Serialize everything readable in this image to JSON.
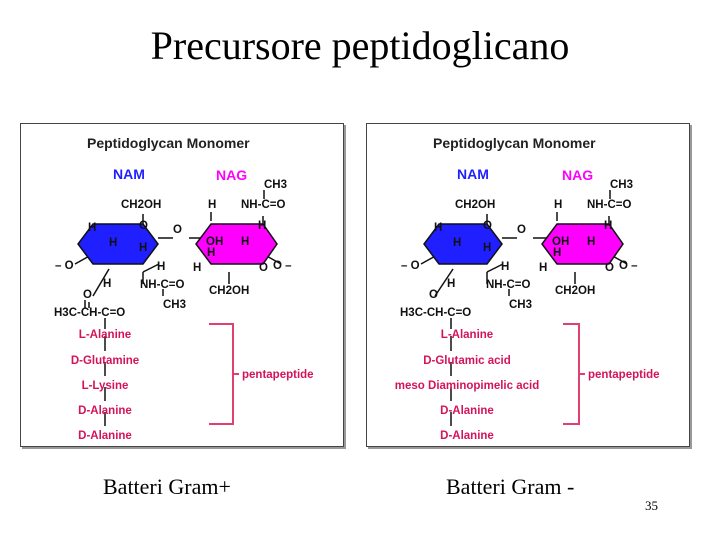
{
  "slide": {
    "title": "Precursore peptidoglicano",
    "page_number": "35",
    "colors": {
      "nam": "#1f1fff",
      "nag": "#ff00ff",
      "amino": "#d4145a",
      "bracket": "#e04070"
    }
  },
  "left_panel": {
    "caption": "Batteri Gram+",
    "heading": "Peptidoglycan Monomer",
    "nam_label": "NAM",
    "nag_label": "NAG",
    "nam_top": "CH2OH",
    "nag_top_substituent": "CH3",
    "nag_amide": "NH-C=O",
    "nam_lactyl": "H3C-CH-C=O",
    "nam_amide": "NH-C=O",
    "nam_amide_ch3": "CH3",
    "nag_bottom": "CH2OH",
    "oh_label": "OH",
    "h_label": "H",
    "o_label": "O",
    "glyco_left": "– O",
    "glyco_right": "O –",
    "amino_acids": [
      "L-Alanine",
      "D-Glutamine",
      "L-Lysine",
      "D-Alanine",
      "D-Alanine"
    ],
    "bracket_label": "pentapeptide"
  },
  "right_panel": {
    "caption": "Batteri Gram -",
    "heading": "Peptidoglycan Monomer",
    "nam_label": "NAM",
    "nag_label": "NAG",
    "nam_top": "CH2OH",
    "nag_top_substituent": "CH3",
    "nag_amide": "NH-C=O",
    "nam_lactyl": "H3C-CH-C=O",
    "nam_amide": "NH-C=O",
    "nam_amide_ch3": "CH3",
    "nag_bottom": "CH2OH",
    "oh_label": "OH",
    "h_label": "H",
    "o_label": "O",
    "glyco_left": "– O",
    "glyco_right": "O –",
    "amino_acids": [
      "L-Alanine",
      "D-Glutamic acid",
      "meso Diaminopimelic acid",
      "D-Alanine",
      "D-Alanine"
    ],
    "bracket_label": "pentapeptide"
  }
}
